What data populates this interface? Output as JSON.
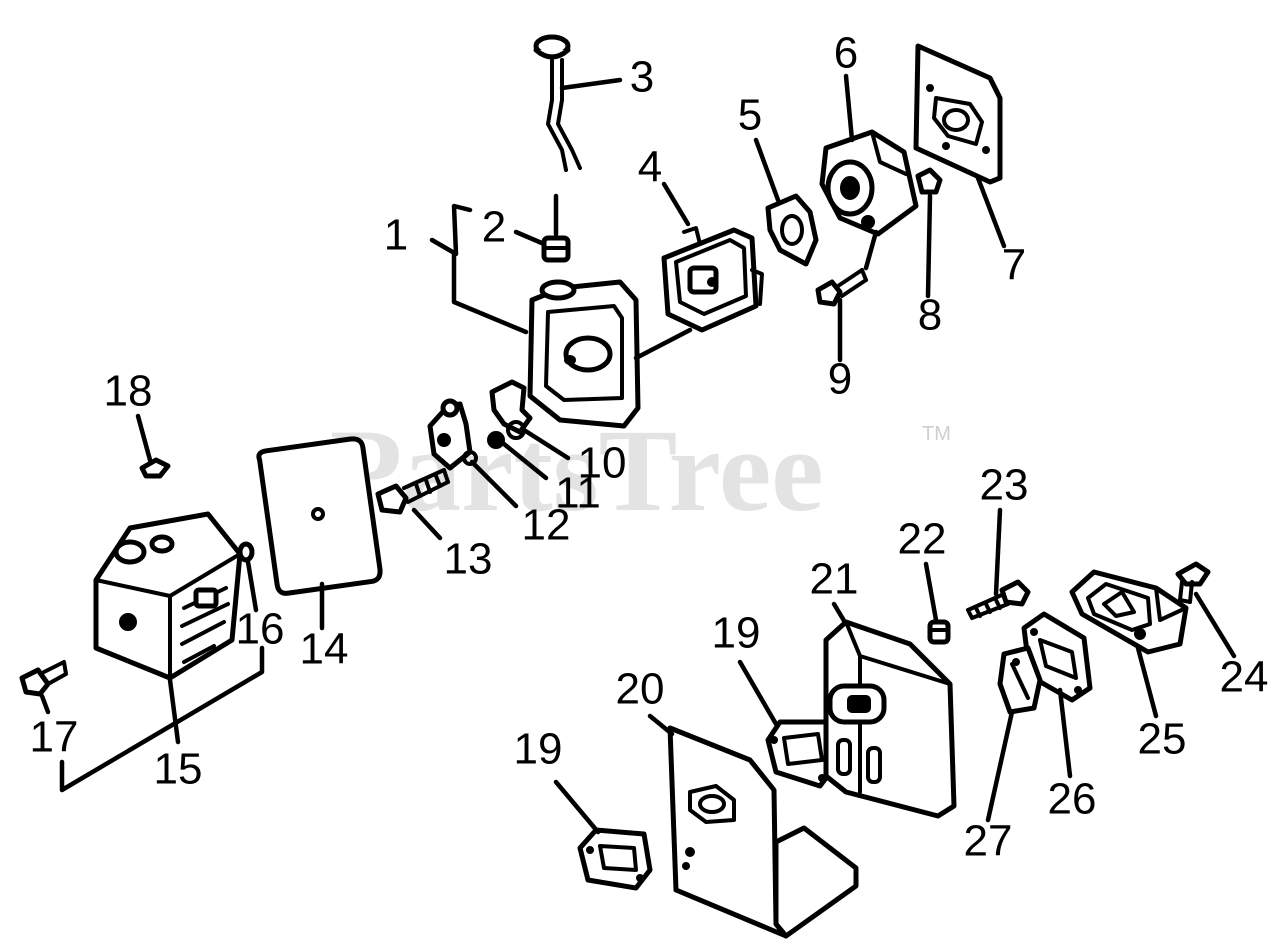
{
  "watermark": {
    "text": "PartsTree",
    "trademark": "TM",
    "color": "#d9d9d9"
  },
  "callouts": [
    "1",
    "2",
    "3",
    "4",
    "5",
    "6",
    "7",
    "8",
    "9",
    "10",
    "11",
    "12",
    "13",
    "14",
    "15",
    "16",
    "17",
    "18",
    "19",
    "19",
    "20",
    "21",
    "22",
    "23",
    "24",
    "25",
    "26",
    "27"
  ]
}
